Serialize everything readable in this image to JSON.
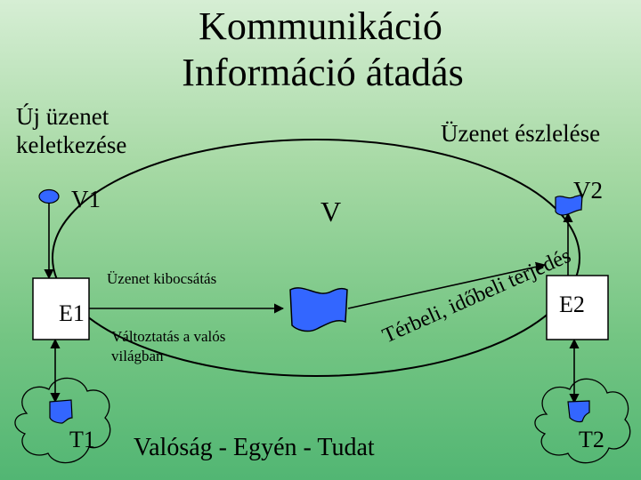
{
  "title": {
    "line1": "Kommunikáció",
    "line2": "Információ átadás"
  },
  "labels": {
    "new_message_line1": "Új üzenet",
    "new_message_line2": "keletkezése",
    "message_perception": "Üzenet észlelése",
    "v1": "V1",
    "v2": "V2",
    "v": "V",
    "message_emission": "Üzenet kibocsátás",
    "change_line1": "Változtatás a valós",
    "change_line2": "világban",
    "e1": "E1",
    "e2": "E2",
    "t1": "T1",
    "t2": "T2",
    "reality_individual_mind": "Valóság - Egyén - Tudat",
    "spread_in_space_time": "Térbeli, időbeli terjedés"
  },
  "colors": {
    "flag_fill": "#3366ff",
    "box_fill": "#ffffff",
    "stroke": "#000000"
  }
}
